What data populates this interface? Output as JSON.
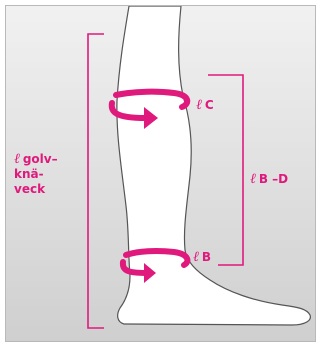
{
  "colors": {
    "accent": "#e0197d",
    "background_top": "#f1f1f1",
    "background_bottom": "#cfcfcf",
    "leg_fill": "#ffffff",
    "leg_outline": "#555555",
    "frame_border": "#b9b9b9"
  },
  "symbol": "ℓ",
  "labels": {
    "c_circumference": "C",
    "b_circumference": "B",
    "floor_knee_line1": "golv–",
    "floor_knee_line2": "knä-",
    "floor_knee_line3": "veck",
    "b_to_d": "B –D"
  },
  "icons": [
    "circumference-arrow-c-icon",
    "circumference-arrow-b-icon",
    "length-bracket-icon"
  ]
}
